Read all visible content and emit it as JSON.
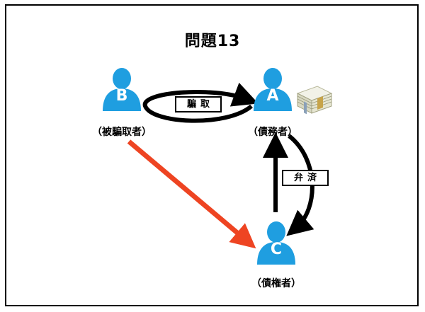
{
  "title": "問題13",
  "people": {
    "b": {
      "letter": "B",
      "caption": "（被騙取者）"
    },
    "a": {
      "letter": "A",
      "caption": "（債務者）"
    },
    "c": {
      "letter": "C",
      "caption": "（債権者）"
    }
  },
  "arrows": {
    "b_to_a": {
      "label": "騙取"
    },
    "a_to_c": {
      "label": "弁済"
    },
    "b_to_c": {
      "color": "#ee4422"
    }
  },
  "colors": {
    "person": "#1f9ee0",
    "accent_arrow": "#ee4422"
  },
  "icons": {
    "money": "money-bundle-icon"
  }
}
